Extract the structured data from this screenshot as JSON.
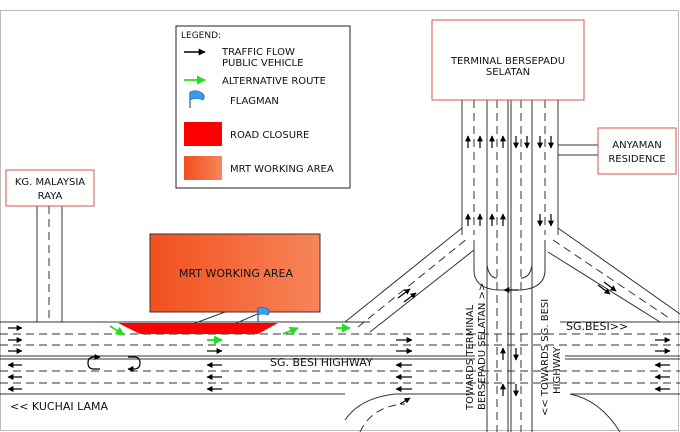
{
  "legend": {
    "title": "LEGEND:",
    "items": [
      {
        "key": "traffic_flow",
        "label_line1": "TRAFFIC FLOW",
        "label_line2": "PUBLIC VEHICLE",
        "icon": "black-arrow-icon"
      },
      {
        "key": "alternative_route",
        "label_line1": "ALTERNATIVE ROUTE",
        "icon": "green-arrow-icon"
      },
      {
        "key": "flagman",
        "label_line1": "FLAGMAN",
        "icon": "blue-flag-icon"
      },
      {
        "key": "road_closure",
        "label_line1": "ROAD CLOSURE",
        "icon": "red-swatch"
      },
      {
        "key": "mrt_working_area",
        "label_line1": "MRT WORKING AREA",
        "icon": "orange-swatch"
      }
    ]
  },
  "places": {
    "terminal": {
      "line1": "TERMINAL BERSEPADU",
      "line2": "SELATAN"
    },
    "anyaman": {
      "line1": "ANYAMAN",
      "line2": "RESIDENCE"
    },
    "kg_malaysia": {
      "line1": "KG. MALAYSIA",
      "line2": "RAYA"
    },
    "mrt_area": "MRT WORKING AREA"
  },
  "roads": {
    "highway": "SG. BESI HIGHWAY",
    "kuchai": "<< KUCHAI LAMA",
    "sg_besi_right": "SG.BESI>>",
    "towards_terminal_line1": "TOWARDS TERMINAL",
    "towards_terminal_line2": "BERSEPADU SELATAN >>",
    "towards_sgbesi_line1": "<< TOWARDS SG. BESI",
    "towards_sgbesi_line2": "HIGHWAY"
  },
  "colors": {
    "road_closure": "#ff0000",
    "mrt_area": "#f45a22",
    "alt_route": "#22dd22",
    "flag": "#3b9be8",
    "border_red": "#d9534f"
  }
}
